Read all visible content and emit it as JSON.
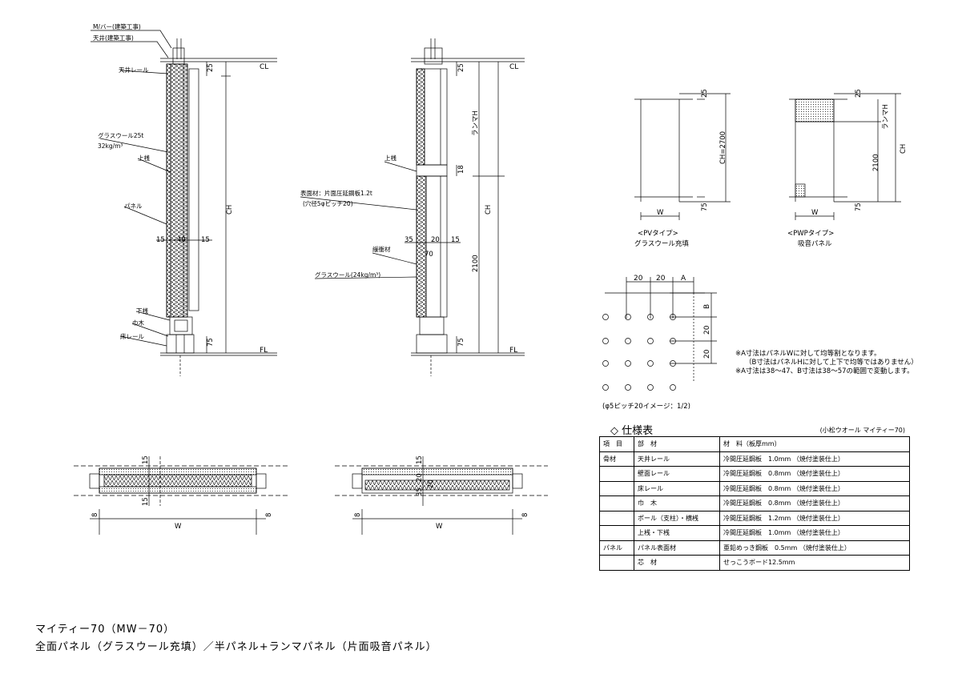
{
  "section_left": {
    "labels": [
      "M/バー(建築工事)",
      "天井(建築工事)",
      "天井レール",
      "グラスウール25t",
      "32kg/m³",
      "上桟",
      "パネル",
      "下桟",
      "巾木",
      "床レール"
    ],
    "dims": [
      "25",
      "CH",
      "75",
      "15",
      "40",
      "15"
    ],
    "ref_lines": [
      "CL",
      "FL"
    ]
  },
  "section_mid": {
    "labels": [
      "上桟",
      "表面材：片面圧延鋼板1.2t",
      "(穴径5φピッチ20)",
      "緩衝材",
      "グラスウール(24kg/m³)"
    ],
    "dims": [
      "25",
      "ランマH",
      "18",
      "CH",
      "2100",
      "75",
      "35",
      "20",
      "15",
      "70"
    ],
    "ref_lines": [
      "CL",
      "FL"
    ]
  },
  "pv": {
    "dims": [
      "25",
      "CH=2700",
      "75",
      "W"
    ],
    "caption1": "<PVタイプ>",
    "caption2": "グラスウール充填"
  },
  "pwp": {
    "dims": [
      "25",
      "ランマH",
      "CH",
      "2100",
      "75",
      "W"
    ],
    "caption1": "<PWPタイプ>",
    "caption2": "吸音パネル"
  },
  "hole_pattern": {
    "dims": [
      "20",
      "20",
      "A",
      "B",
      "20",
      "20"
    ],
    "caption": "(φ5ピッチ20イメージ：1/2)",
    "notes": [
      "※A寸法はパネルWに対して均等割となります。",
      "（B寸法はパネルHに対して上下で均等ではありません）",
      "※A寸法は38～47、B寸法は38～57の範囲で変動します。"
    ]
  },
  "plan_left": {
    "dims": [
      "15",
      "15",
      "8",
      "8",
      "W"
    ]
  },
  "plan_right": {
    "dims": [
      "15",
      "20",
      "35",
      "20",
      "8",
      "8",
      "W"
    ]
  },
  "spec": {
    "title": "◇ 仕様表",
    "brand": "(小松ウオール マイティー70)",
    "headers": [
      "項　目",
      "部　材",
      "材　料（板厚mm）"
    ],
    "rows": [
      [
        "骨材",
        "天井レール",
        "冷間圧延鋼板　1.0mm （焼付塗装仕上）"
      ],
      [
        "",
        "壁面レール",
        "冷間圧延鋼板　0.8mm （焼付塗装仕上）"
      ],
      [
        "",
        "床レール",
        "冷間圧延鋼板　0.8mm （焼付塗装仕上）"
      ],
      [
        "",
        "巾　木",
        "冷間圧延鋼板　0.8mm （焼付塗装仕上）"
      ],
      [
        "",
        "ポール（支柱）・横桟",
        "冷間圧延鋼板　1.2mm （焼付塗装仕上）"
      ],
      [
        "",
        "上桟・下桟",
        "冷間圧延鋼板　1.0mm （焼付塗装仕上）"
      ],
      [
        "パネル",
        "パネル表面材",
        "亜鉛めっき鋼板　0.5mm （焼付塗装仕上）"
      ],
      [
        "",
        "芯　材",
        "せっこうボード12.5mm"
      ]
    ]
  },
  "footer": {
    "line1": "マイティー70（MW－70）",
    "line2": "全面パネル（グラスウール充填）／半パネル+ランマパネル（片面吸音パネル）"
  }
}
